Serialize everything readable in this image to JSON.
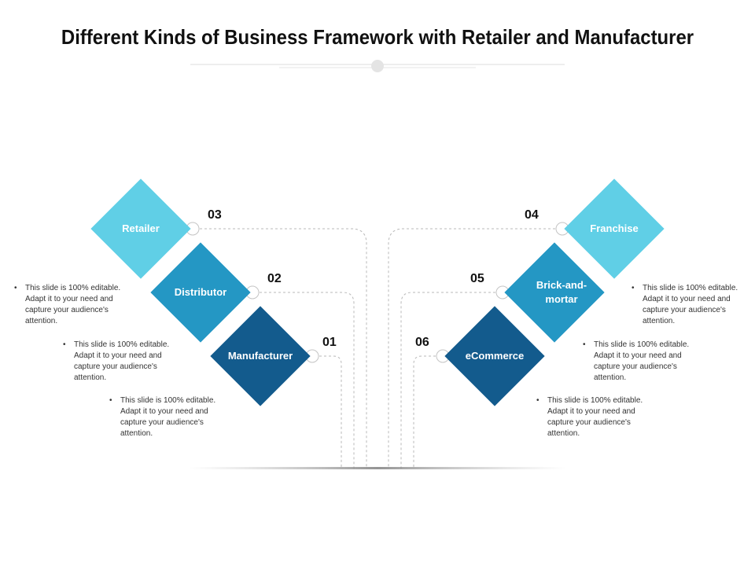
{
  "title": "Different Kinds of Business Framework with Retailer and Manufacturer",
  "colors": {
    "light": "#60cfe6",
    "medium": "#2497c4",
    "dark": "#135b8d"
  },
  "left_items": [
    {
      "label": "Retailer",
      "number": "03"
    },
    {
      "label": "Distributor",
      "number": "02"
    },
    {
      "label": "Manufacturer",
      "number": "01"
    }
  ],
  "right_items": [
    {
      "label": "Franchise",
      "number": "04"
    },
    {
      "label": "Brick-and-mortar",
      "number": "05"
    },
    {
      "label": "eCommerce",
      "number": "06"
    }
  ],
  "bullet_text": "This slide is 100% editable. Adapt it to your need and capture your audience's attention."
}
